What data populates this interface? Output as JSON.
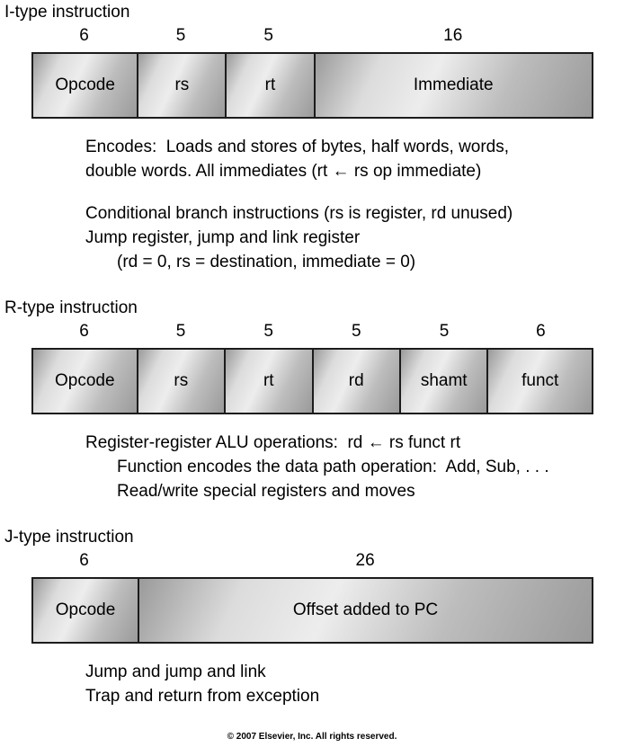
{
  "copyright": "© 2007 Elsevier, Inc. All rights reserved.",
  "style": {
    "border_color": "#1c1c1c",
    "field_gradient_light": "#ededed",
    "field_gradient_dark": "#9a9a9a"
  },
  "formats": [
    {
      "id": "i-type",
      "title": "I-type instruction",
      "fields": [
        {
          "bits": 6,
          "width_label": "6",
          "name": "Opcode"
        },
        {
          "bits": 5,
          "width_label": "5",
          "name": "rs"
        },
        {
          "bits": 5,
          "width_label": "5",
          "name": "rt"
        },
        {
          "bits": 16,
          "width_label": "16",
          "name": "Immediate"
        }
      ],
      "notes": [
        {
          "lines": [
            {
              "indent": 1,
              "text": "Encodes:  Loads and stores of bytes, half words, words,"
            },
            {
              "indent": 1,
              "text": "double words. All immediates (rt ← rs op immediate)"
            }
          ]
        },
        {
          "lines": [
            {
              "indent": 1,
              "text": "Conditional branch instructions (rs is register, rd unused)"
            },
            {
              "indent": 1,
              "text": "Jump register, jump and link register"
            },
            {
              "indent": 2,
              "text": "(rd = 0, rs = destination, immediate = 0)"
            }
          ]
        }
      ]
    },
    {
      "id": "r-type",
      "title": "R-type instruction",
      "fields": [
        {
          "bits": 6,
          "width_label": "6",
          "name": "Opcode"
        },
        {
          "bits": 5,
          "width_label": "5",
          "name": "rs"
        },
        {
          "bits": 5,
          "width_label": "5",
          "name": "rt"
        },
        {
          "bits": 5,
          "width_label": "5",
          "name": "rd"
        },
        {
          "bits": 5,
          "width_label": "5",
          "name": "shamt"
        },
        {
          "bits": 6,
          "width_label": "6",
          "name": "funct"
        }
      ],
      "notes": [
        {
          "lines": [
            {
              "indent": 1,
              "text": "Register-register ALU operations:  rd ← rs funct rt"
            },
            {
              "indent": 2,
              "text": "Function encodes the data path operation:  Add, Sub, . . ."
            },
            {
              "indent": 2,
              "text": "Read/write special registers and moves"
            }
          ]
        }
      ]
    },
    {
      "id": "j-type",
      "title": "J-type instruction",
      "fields": [
        {
          "bits": 6,
          "width_label": "6",
          "name": "Opcode"
        },
        {
          "bits": 26,
          "width_label": "26",
          "name": "Offset added to PC"
        }
      ],
      "notes": [
        {
          "lines": [
            {
              "indent": 1,
              "text": "Jump and jump and link"
            },
            {
              "indent": 1,
              "text": "Trap and return from exception"
            }
          ]
        }
      ]
    }
  ]
}
